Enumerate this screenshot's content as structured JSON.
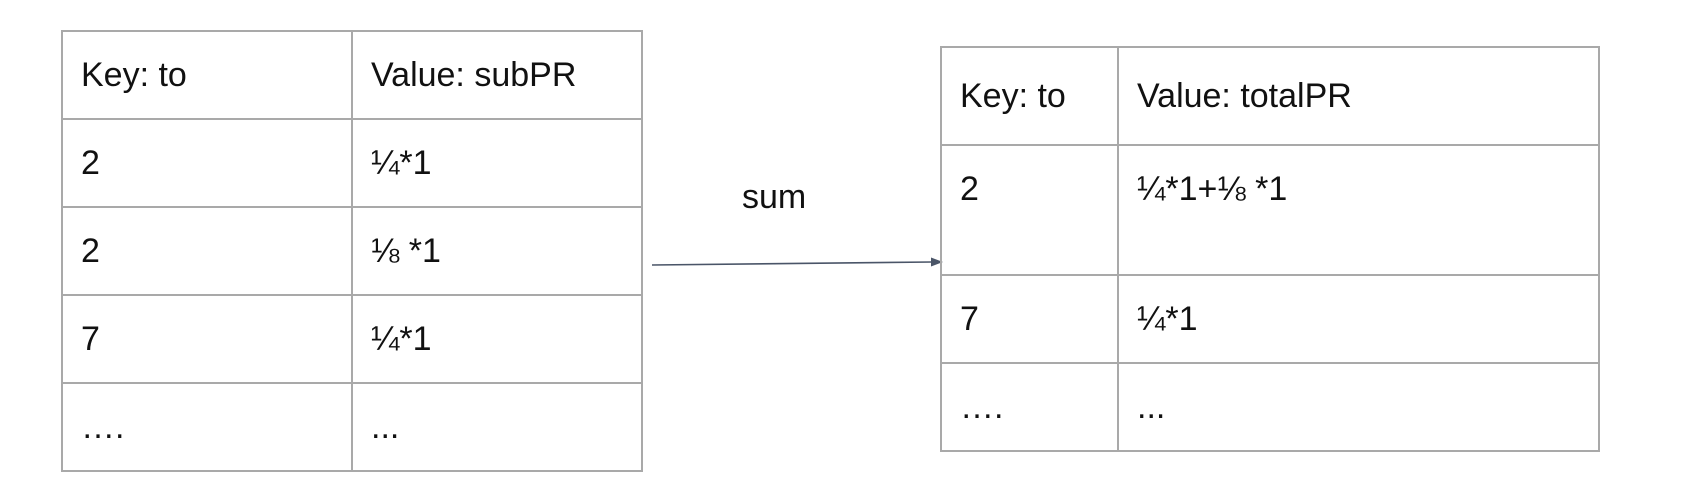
{
  "left_table": {
    "header": {
      "key": "Key: to",
      "value": "Value: subPR"
    },
    "rows": [
      {
        "key": "2",
        "value": "¼*1"
      },
      {
        "key": "2",
        "value": "⅛ *1"
      },
      {
        "key": "7",
        "value": "¼*1"
      },
      {
        "key": "….",
        "value": "..."
      }
    ]
  },
  "arrow": {
    "label": "sum",
    "color": "#4a5568"
  },
  "right_table": {
    "header": {
      "key": "Key: to",
      "value": "Value: totalPR"
    },
    "rows": [
      {
        "key": "2",
        "value": "¼*1+⅛ *1"
      },
      {
        "key": "7",
        "value": "¼*1"
      },
      {
        "key": "….",
        "value": "..."
      }
    ]
  }
}
